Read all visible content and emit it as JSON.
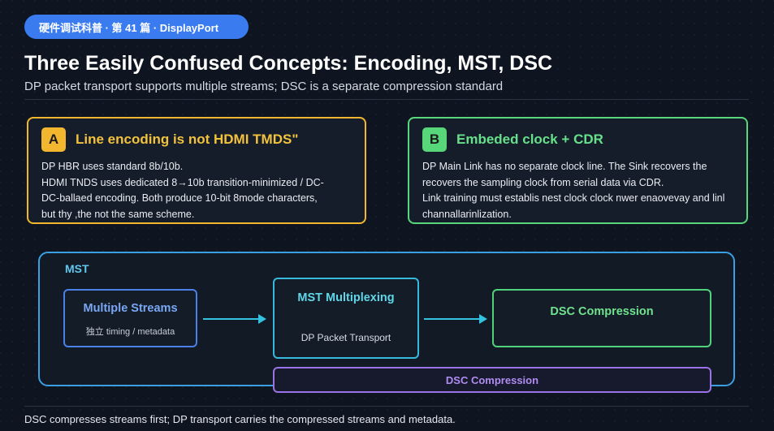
{
  "header": {
    "series": "硬件调试科普 · 第 41 篇 · DisplayPort",
    "title": "Three Easily Confused Concepts: Encoding, MST, DSC",
    "subtitle": "DP packet transport supports multiple streams; DSC is a separate compression standard"
  },
  "card_a": {
    "badge": "A",
    "title": "Line encoding is not HDMI TMDS\"",
    "lines": [
      "DP HBR uses standard 8b/10b.",
      "HDMI TNDS uses dedicated 8→10b transition-minimized / DC-",
      "DC-ballaed encoding. Both produce  10-bit 8mode characters,",
      "but thy ,the not the same scheme."
    ]
  },
  "card_b": {
    "badge": "B",
    "title": "Embeded clock + CDR",
    "lines": [
      "DP Main Link has no separate clock line. The Sink recovers the",
      "recovers the sampling clock from serial data via CDR.",
      "Link training must establis nest clock clock nwer enaovevay and linl",
      "channallarinlization."
    ]
  },
  "mst": {
    "label": "MST",
    "streams": {
      "title": "Multiple Streams",
      "sub": "独立 timing / metadata"
    },
    "mux": {
      "title": "MST Multiplexing",
      "sub": "DP Packet Transport"
    },
    "dsc": {
      "title": "DSC Compression"
    },
    "dsc_bar": "DSC Compression"
  },
  "footer": {
    "text": "DSC compresses streams first; DP transport carries the compressed streams and metadata."
  },
  "colors": {
    "background": "#0f1520",
    "accent_blue": "#3a7cf0",
    "card_a": "#f2b72f",
    "card_b": "#58d67a",
    "mst_frame": "#3ba0e2",
    "dsc_bar": "#9a73e6"
  }
}
